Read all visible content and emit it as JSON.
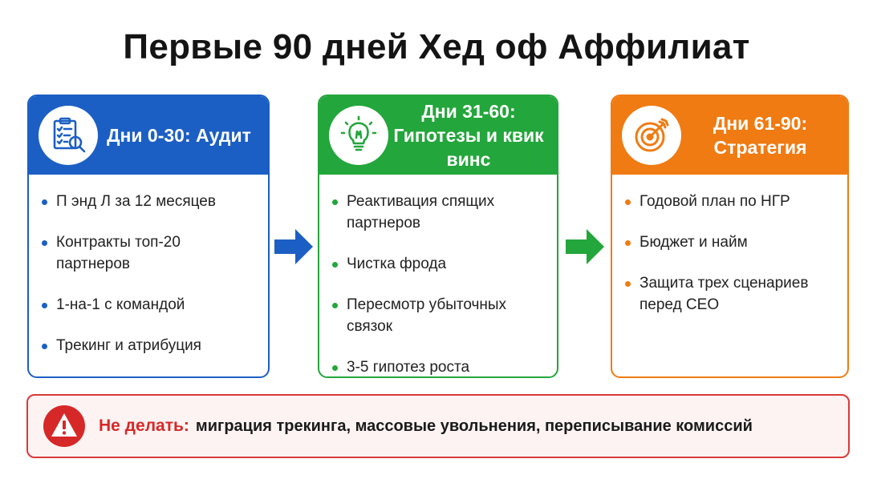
{
  "title": "Первые 90 дней Хед оф Аффилиат",
  "colors": {
    "blue": "#1c5fc4",
    "green": "#23a63b",
    "orange": "#f07b12",
    "red": "#d62828"
  },
  "phases": [
    {
      "heading_line1": "Дни 0-30: Аудит",
      "heading_line2": "",
      "icon": "clipboard-search-icon",
      "items": [
        "П энд Л за 12 месяцев",
        "Контракты топ-20 партнеров",
        "1-на-1 с командой",
        "Трекинг и атрибуция"
      ]
    },
    {
      "heading_line1": "Дни 31-60:",
      "heading_line2": "Гипотезы и квик винс",
      "icon": "lightbulb-icon",
      "items": [
        "Реактивация спящих партнеров",
        "Чистка фрода",
        "Пересмотр убыточных связок",
        "3-5 гипотез роста"
      ]
    },
    {
      "heading_line1": "Дни 61-90:",
      "heading_line2": "Стратегия",
      "icon": "target-icon",
      "items": [
        "Годовой план по НГР",
        "Бюджет и найм",
        "Защита трех сценариев перед СЕО"
      ]
    }
  ],
  "warning": {
    "icon": "warning-triangle-icon",
    "label": "Не делать:",
    "text": "миграция трекинга, массовые  увольнения, переписывание комиссий"
  }
}
